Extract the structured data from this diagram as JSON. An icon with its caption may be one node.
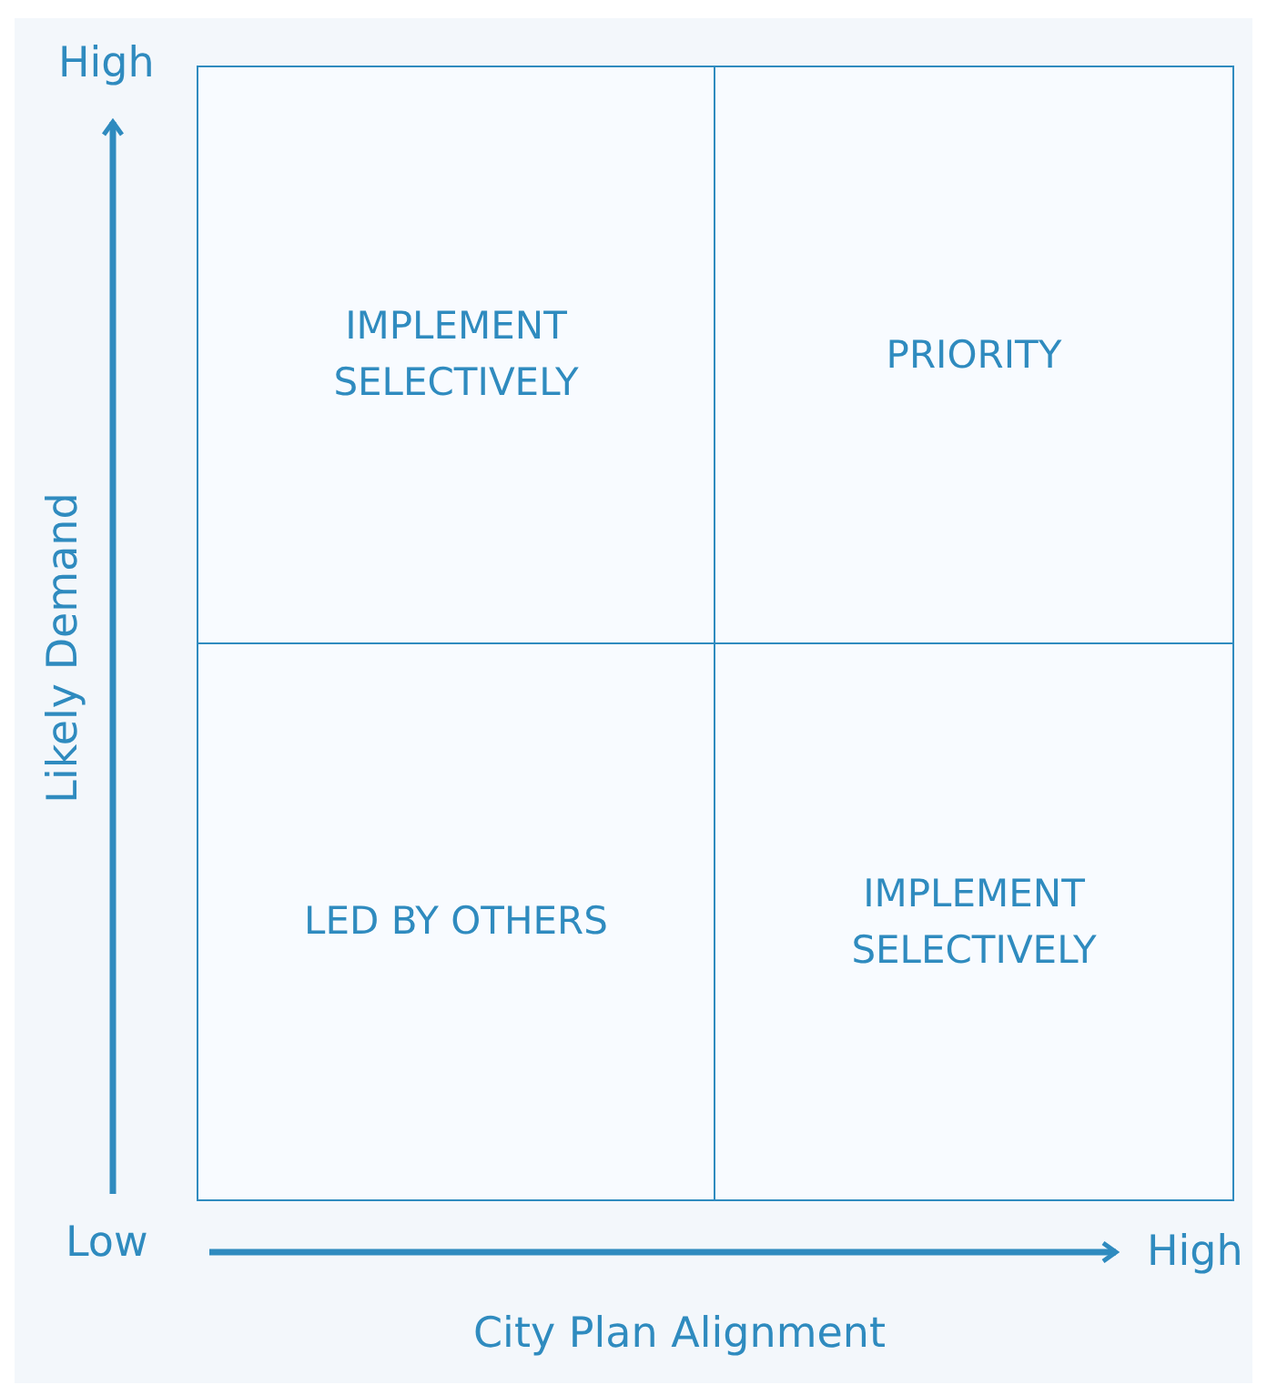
{
  "diagram": {
    "nodes": [
      {
        "text": [
          "IMPLEMENT SELECTIVELY"
        ]
      },
      {
        "text": [
          "PRIORITY"
        ]
      },
      {
        "text": [
          "LED BY OTHERS"
        ]
      },
      {
        "text": [
          "IMPLEMENT SELECTIVELY"
        ]
      }
    ],
    "labels": [
      "High",
      "Likely Demand",
      "Low",
      "High",
      "City Plan Alignment"
    ]
  }
}
